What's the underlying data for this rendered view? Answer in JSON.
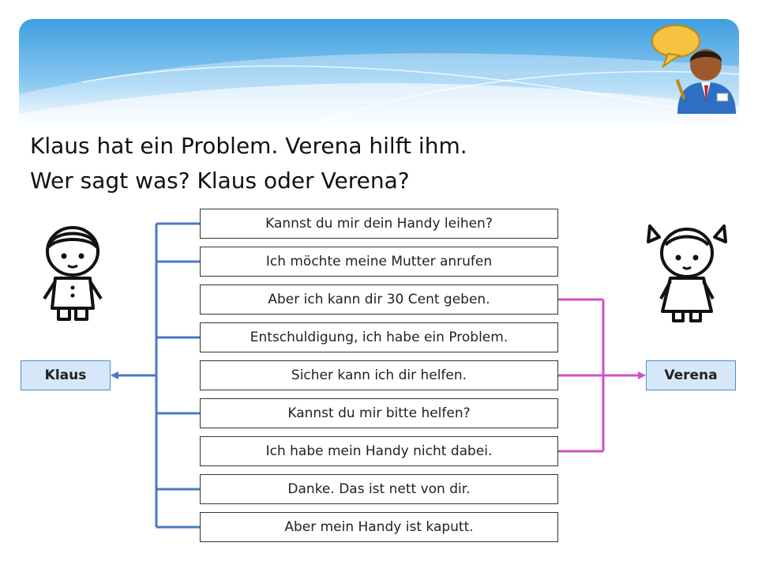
{
  "title_line1": "Klaus hat ein Problem. Verena hilft ihm.",
  "title_line2": "Wer sagt was? Klaus oder Verena?",
  "names": {
    "klaus": "Klaus",
    "verena": "Verena"
  },
  "phrases": [
    {
      "text": "Kannst du mir dein Handy leihen?",
      "speaker": "Klaus"
    },
    {
      "text": "Ich möchte meine Mutter anrufen",
      "speaker": "Klaus"
    },
    {
      "text": "Aber ich kann dir 30 Cent geben.",
      "speaker": "Verena"
    },
    {
      "text": "Entschuldigung, ich habe ein Problem.",
      "speaker": "Klaus"
    },
    {
      "text": "Sicher kann ich dir helfen.",
      "speaker": "Verena"
    },
    {
      "text": "Kannst du mir bitte helfen?",
      "speaker": "Klaus"
    },
    {
      "text": "Ich habe mein Handy nicht dabei.",
      "speaker": "Verena"
    },
    {
      "text": "Danke. Das ist nett von dir.",
      "speaker": "Klaus"
    },
    {
      "text": "Aber mein Handy ist kaputt.",
      "speaker": "Klaus"
    }
  ],
  "colors": {
    "klaus_line": "#4a78c8",
    "verena_line": "#d04fc8",
    "banner": "#5aaee8"
  },
  "icons": {
    "teacher": "teacher-speech-bubble-icon",
    "boy": "boy-figure-icon",
    "girl": "girl-figure-icon"
  }
}
